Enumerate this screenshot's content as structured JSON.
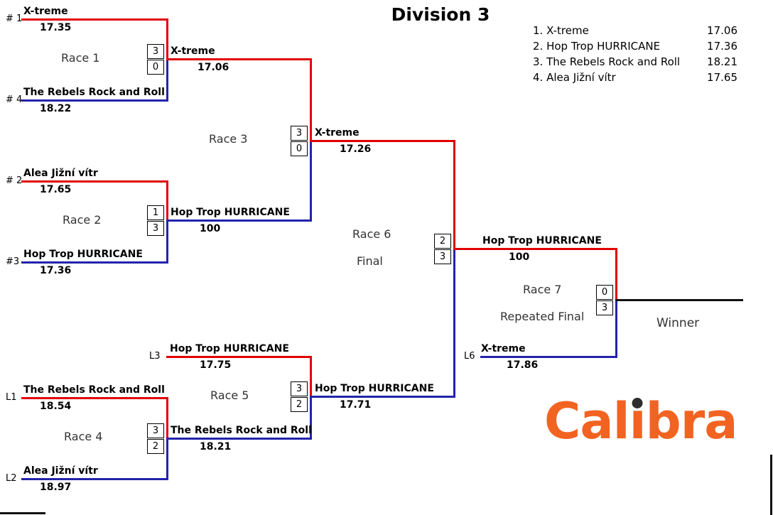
{
  "title": "Division 3",
  "standings": [
    {
      "rank_label": "1. X-treme",
      "time": "17.06"
    },
    {
      "rank_label": "2. Hop Trop HURRICANE",
      "time": "17.36"
    },
    {
      "rank_label": "3. The Rebels Rock and Roll",
      "time": "18.21"
    },
    {
      "rank_label": "4. Alea Jižní vítr",
      "time": "17.65"
    }
  ],
  "bracket": {
    "winner_label": "Winner",
    "entries": [
      {
        "seed": "# 1",
        "name": "X-treme",
        "time": "17.35"
      },
      {
        "seed": "# 4",
        "name": "The Rebels Rock and Roll",
        "time": "18.22"
      },
      {
        "seed": "",
        "name": "X-treme",
        "time": "17.06"
      },
      {
        "seed": "# 2",
        "name": "Alea Jižní vítr",
        "time": "17.65"
      },
      {
        "seed": "#3",
        "name": "Hop Trop HURRICANE",
        "time": "17.36"
      },
      {
        "seed": "",
        "name": "Hop Trop HURRICANE",
        "time": "100"
      },
      {
        "seed": "",
        "name": "X-treme",
        "time": "17.26"
      },
      {
        "seed": "L3",
        "name": "Hop Trop HURRICANE",
        "time": "17.75"
      },
      {
        "seed": "L1",
        "name": "The Rebels Rock and Roll",
        "time": "18.54"
      },
      {
        "seed": "L2",
        "name": "Alea Jižní vítr",
        "time": "18.97"
      },
      {
        "seed": "",
        "name": "The Rebels Rock and Roll",
        "time": "18.21"
      },
      {
        "seed": "",
        "name": "Hop Trop HURRICANE",
        "time": "17.71"
      },
      {
        "seed": "",
        "name": "Hop Trop HURRICANE",
        "time": "100"
      },
      {
        "seed": "L6",
        "name": "X-treme",
        "time": "17.86"
      }
    ],
    "races": [
      {
        "label": "Race 1",
        "sublabel": "",
        "score_top": "3",
        "score_bottom": "0"
      },
      {
        "label": "Race 2",
        "sublabel": "",
        "score_top": "1",
        "score_bottom": "3"
      },
      {
        "label": "Race 3",
        "sublabel": "",
        "score_top": "3",
        "score_bottom": "0"
      },
      {
        "label": "Race 4",
        "sublabel": "",
        "score_top": "3",
        "score_bottom": "2"
      },
      {
        "label": "Race 5",
        "sublabel": "",
        "score_top": "3",
        "score_bottom": "2"
      },
      {
        "label": "Race 6",
        "sublabel": "Final",
        "score_top": "2",
        "score_bottom": "3"
      },
      {
        "label": "Race 7",
        "sublabel": "Repeated Final",
        "score_top": "0",
        "score_bottom": "3"
      }
    ]
  },
  "logo": {
    "part1": "Cal",
    "part2": "ı",
    "part3": "bra"
  },
  "colors": {
    "top_slot_red": "#e10000",
    "bottom_slot_blue": "#2323ab",
    "winner_line_black": "#111111",
    "logo_orange": "#f26322"
  }
}
